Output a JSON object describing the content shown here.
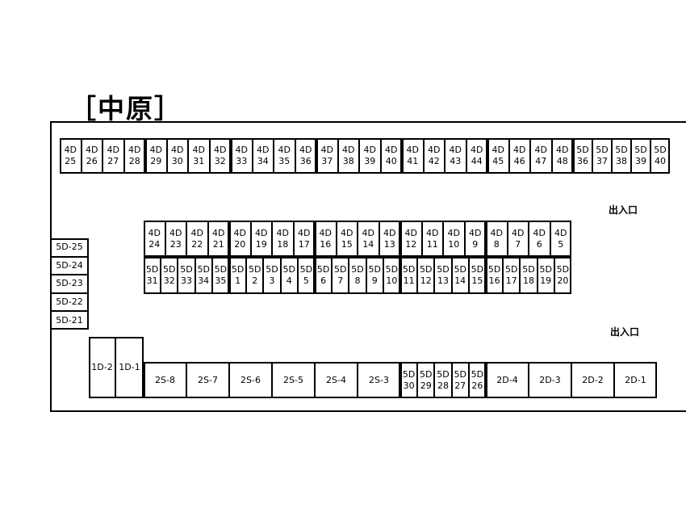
{
  "title": "［中原］",
  "entrances": [
    "出入口",
    "出入口"
  ],
  "top_row": [
    [
      "4D",
      "25"
    ],
    [
      "4D",
      "26"
    ],
    [
      "4D",
      "27"
    ],
    [
      "4D",
      "28"
    ],
    [
      "4D",
      "29"
    ],
    [
      "4D",
      "30"
    ],
    [
      "4D",
      "31"
    ],
    [
      "4D",
      "32"
    ],
    [
      "4D",
      "33"
    ],
    [
      "4D",
      "34"
    ],
    [
      "4D",
      "35"
    ],
    [
      "4D",
      "36"
    ],
    [
      "4D",
      "37"
    ],
    [
      "4D",
      "38"
    ],
    [
      "4D",
      "39"
    ],
    [
      "4D",
      "40"
    ],
    [
      "4D",
      "41"
    ],
    [
      "4D",
      "42"
    ],
    [
      "4D",
      "43"
    ],
    [
      "4D",
      "44"
    ],
    [
      "4D",
      "45"
    ],
    [
      "4D",
      "46"
    ],
    [
      "4D",
      "47"
    ],
    [
      "4D",
      "48"
    ],
    [
      "5D",
      "36"
    ],
    [
      "5D",
      "37"
    ],
    [
      "5D",
      "38"
    ],
    [
      "5D",
      "39"
    ],
    [
      "5D",
      "40"
    ]
  ],
  "middle_upper": [
    [
      "4D",
      "24"
    ],
    [
      "4D",
      "23"
    ],
    [
      "4D",
      "22"
    ],
    [
      "4D",
      "21"
    ],
    [
      "4D",
      "20"
    ],
    [
      "4D",
      "19"
    ],
    [
      "4D",
      "18"
    ],
    [
      "4D",
      "17"
    ],
    [
      "4D",
      "16"
    ],
    [
      "4D",
      "15"
    ],
    [
      "4D",
      "14"
    ],
    [
      "4D",
      "13"
    ],
    [
      "4D",
      "12"
    ],
    [
      "4D",
      "11"
    ],
    [
      "4D",
      "10"
    ],
    [
      "4D",
      "9"
    ],
    [
      "4D",
      "8"
    ],
    [
      "4D",
      "7"
    ],
    [
      "4D",
      "6"
    ],
    [
      "4D",
      "5"
    ]
  ],
  "middle_lower": [
    [
      "5D",
      "31"
    ],
    [
      "5D",
      "32"
    ],
    [
      "5D",
      "33"
    ],
    [
      "5D",
      "34"
    ],
    [
      "5D",
      "35"
    ],
    [
      "5D",
      "1"
    ],
    [
      "5D",
      "2"
    ],
    [
      "5D",
      "3"
    ],
    [
      "5D",
      "4"
    ],
    [
      "5D",
      "5"
    ],
    [
      "5D",
      "6"
    ],
    [
      "5D",
      "7"
    ],
    [
      "5D",
      "8"
    ],
    [
      "5D",
      "9"
    ],
    [
      "5D",
      "10"
    ],
    [
      "5D",
      "11"
    ],
    [
      "5D",
      "12"
    ],
    [
      "5D",
      "13"
    ],
    [
      "5D",
      "14"
    ],
    [
      "5D",
      "15"
    ],
    [
      "5D",
      "16"
    ],
    [
      "5D",
      "17"
    ],
    [
      "5D",
      "18"
    ],
    [
      "5D",
      "19"
    ],
    [
      "5D",
      "20"
    ]
  ],
  "left_column": [
    "5D-25",
    "5D-24",
    "5D-23",
    "5D-22",
    "5D-21"
  ],
  "one_d": [
    "1D-2",
    "1D-1"
  ],
  "bottom_2s": [
    "2S-8",
    "2S-7",
    "2S-6",
    "2S-5",
    "2S-4",
    "2S-3"
  ],
  "bottom_5d": [
    [
      "5D",
      "30"
    ],
    [
      "5D",
      "29"
    ],
    [
      "5D",
      "28"
    ],
    [
      "5D",
      "27"
    ],
    [
      "5D",
      "26"
    ]
  ],
  "bottom_2d": [
    "2D-4",
    "2D-3",
    "2D-2",
    "2D-1"
  ]
}
